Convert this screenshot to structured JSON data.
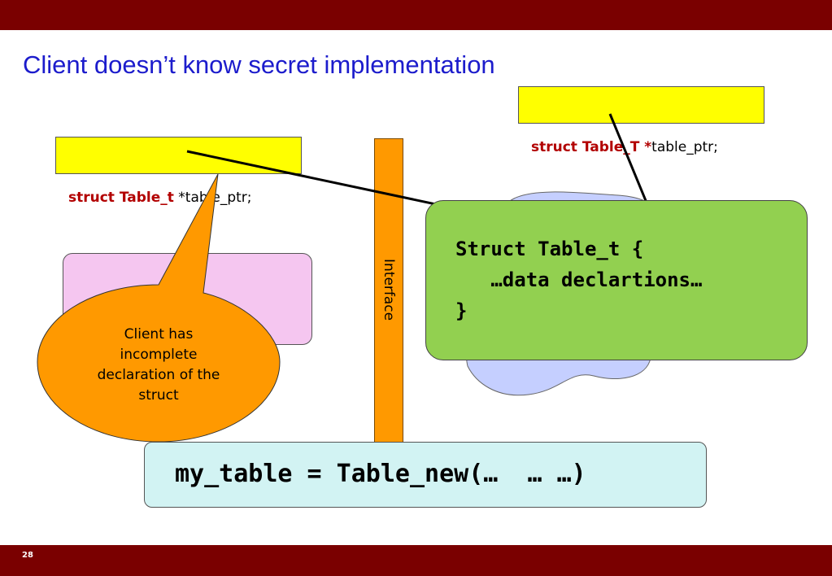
{
  "slide": {
    "title": "Client doesn’t know secret implementation",
    "page_number": "28"
  },
  "client": {
    "declaration_keyword": "struct Table_t",
    "declaration_rest": " *table_ptr;",
    "callout": [
      "Client has",
      "incomplete",
      "declaration of the",
      "struct"
    ]
  },
  "implementation": {
    "declaration_keyword": "struct Table_T *",
    "declaration_rest": "table_ptr;",
    "code_lines": [
      "Struct Table_t {",
      "   …data declartions…",
      "}"
    ]
  },
  "interface": {
    "label": "Interface"
  },
  "call": {
    "code": "my_table = Table_new(…  … …)"
  },
  "colors": {
    "header_bar": "#7a0000",
    "title": "#1c1ccc",
    "keyword": "#b20000",
    "pointer_box": "#ffff00",
    "interface_bar": "#ff9900",
    "implementation_box": "#92d050",
    "call_box": "#d2f3f3",
    "callout": "#ff9900"
  }
}
